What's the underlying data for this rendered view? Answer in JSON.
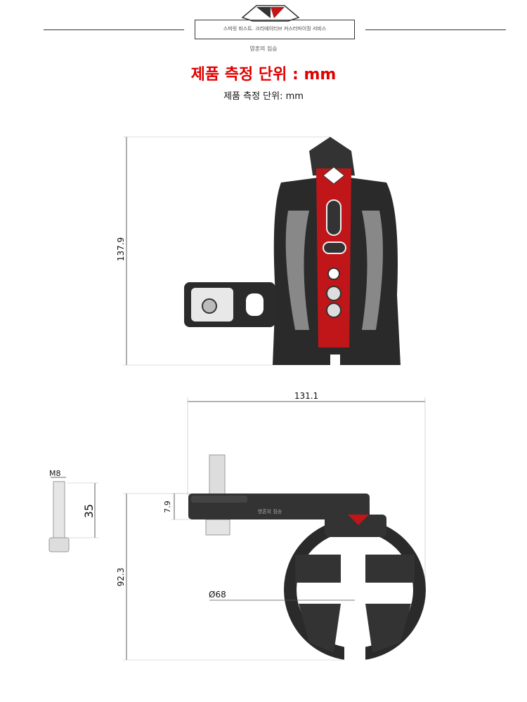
{
  "header": {
    "tagline": "스피릿 비스트. 크리에이티브 커스터마이징 서비스",
    "brand": "영혼의 짐승",
    "title_red": "제품 측정 단위 : mm",
    "title_black": "제품 측정 단위: mm"
  },
  "front_view": {
    "height_label": "137.9"
  },
  "side_view": {
    "width_label": "131.1",
    "arm_thickness_label": "7.9",
    "height_label": "92.3",
    "diameter_label": "Ø68",
    "arm_engraving": "영혼의 짐승"
  },
  "bolt": {
    "thread_label": "M8",
    "length_label": "35"
  },
  "colors": {
    "accent_red": "#e00000",
    "part_red": "#c0161a",
    "part_dark": "#2a2a2a"
  }
}
